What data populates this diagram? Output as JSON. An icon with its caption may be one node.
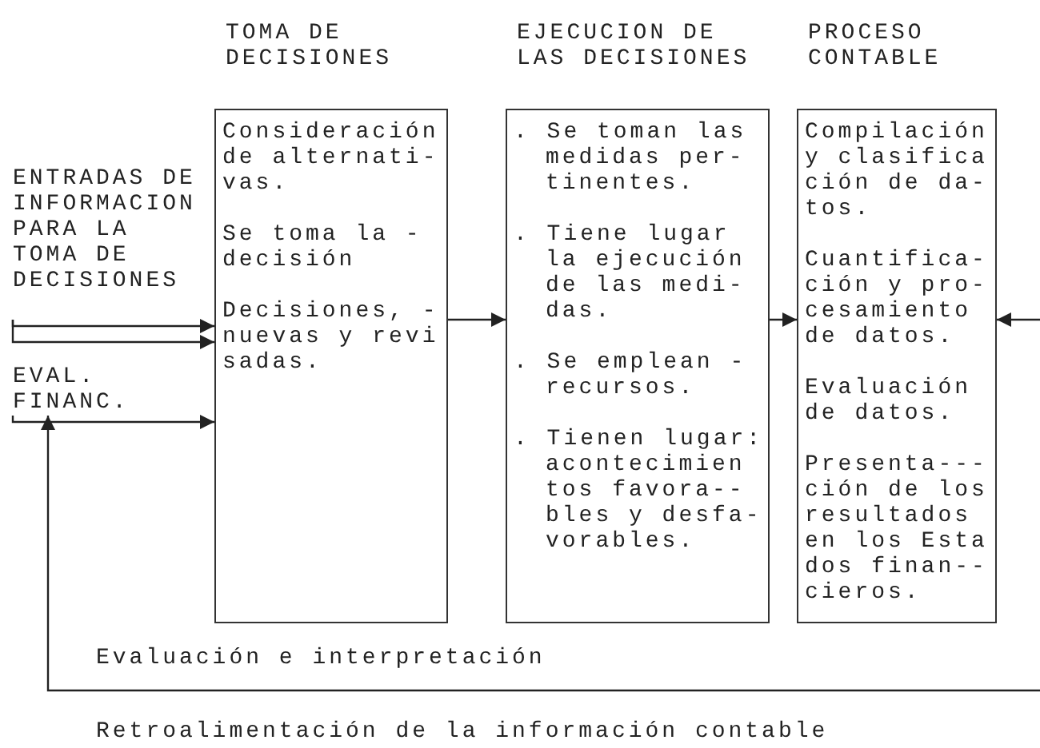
{
  "diagram": {
    "nodes": [
      {
        "text": [
          "ENTRADAS DE INFORMACION PARA LA TOMA DE DECISIONES"
        ]
      },
      {
        "text": [
          "EVAL. FINANC."
        ]
      },
      {
        "text": [
          "TOMA DE DECISIONES",
          "Consideración de alternati- vas.",
          "Se toma la - decisión",
          "Decisiones, - nuevas y revi sadas."
        ]
      },
      {
        "text": [
          "EJECUCION DE LAS DECISIONES",
          ". Se toman las medidas per- tinentes.",
          ". Tiene lugar la ejecución de las medi- das.",
          ". Se emplean - recursos.",
          ". Tienen lugar: acontecimien tos favora-- bles y desfa- vorables."
        ]
      },
      {
        "text": [
          "PROCESO CONTABLE",
          "Compilación y clasifica ción de da- tos.",
          "Cuantifica- ción y pro- cesamiento de datos.",
          "Evaluación de datos.",
          "Presenta--- ción de los resultados en los Esta dos finan-- cieros."
        ]
      }
    ],
    "edges": [
      {
        "from": 0,
        "to": 2,
        "arrow": "to"
      },
      {
        "from": 0,
        "to": 2,
        "arrow": "to"
      },
      {
        "from": 1,
        "to": 2,
        "arrow": "to"
      },
      {
        "from": 2,
        "to": 3,
        "arrow": "to"
      },
      {
        "from": 3,
        "to": 4,
        "arrow": "to"
      },
      {
        "from": null,
        "to": 4,
        "arrow": "to"
      },
      {
        "from": null,
        "to": 1,
        "arrow": "to",
        "label": "Evaluación e interpretación"
      }
    ],
    "labels": [
      "Retroalimentación de la información contable"
    ]
  }
}
